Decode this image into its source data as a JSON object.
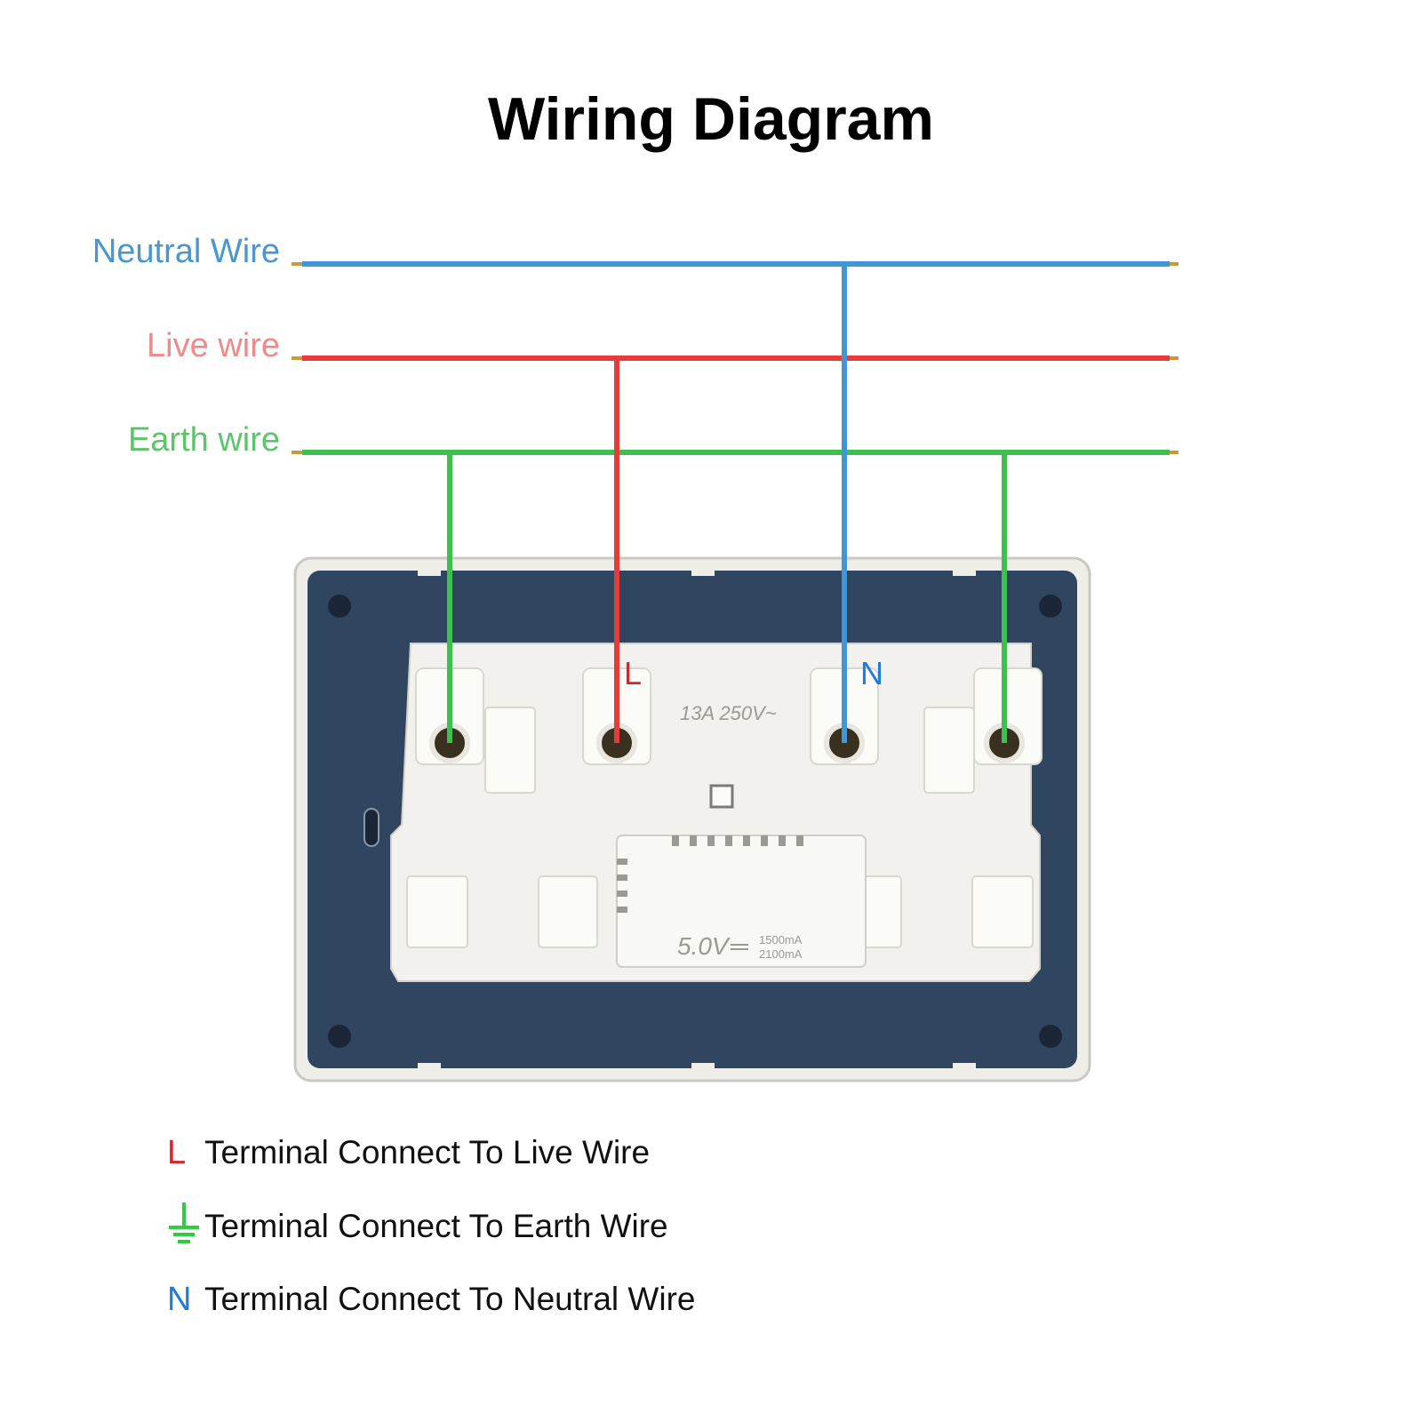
{
  "title": "Wiring Diagram",
  "wires": {
    "neutral": {
      "label": "Neutral Wire",
      "color": "#3f97d6"
    },
    "live": {
      "label": "Live wire",
      "color": "#e53b3b"
    },
    "earth": {
      "label": "Earth wire",
      "color": "#3fbf4f"
    }
  },
  "label_colors": {
    "neutral": "#4a96d1",
    "live": "#f08a8a",
    "earth": "#5cc46a"
  },
  "terminals": {
    "live": "L",
    "neutral": "N"
  },
  "socket": {
    "rating": "13A 250V~",
    "usb_rating": "5.0V",
    "usb_current_1": "1500mA",
    "usb_current_2": "2100mA",
    "plate_color": "#2f4560",
    "body_color": "#f2f1ed"
  },
  "legend": [
    {
      "symbol": "L",
      "symbol_color": "#e0202a",
      "text": "Terminal Connect To Live Wire"
    },
    {
      "symbol": "earth-symbol",
      "symbol_color": "#2ecc40",
      "text": "Terminal Connect To Earth Wire"
    },
    {
      "symbol": "N",
      "symbol_color": "#1e7be0",
      "text": "Terminal Connect To Neutral Wire"
    }
  ]
}
